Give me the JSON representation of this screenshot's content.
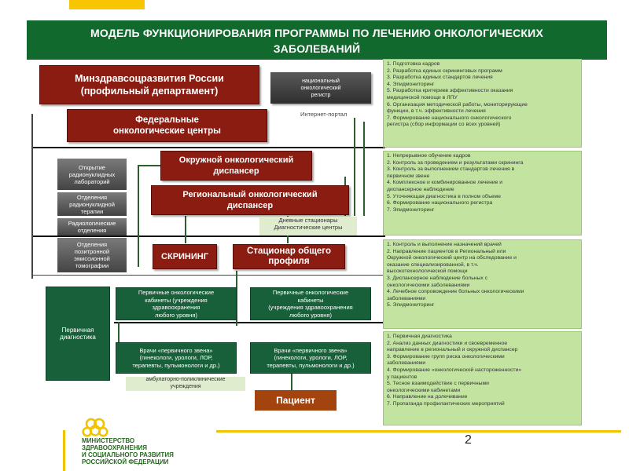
{
  "header": {
    "line1": "МОДЕЛЬ ФУНКЦИОНИРОВАНИЯ ПРОГРАММЫ ПО ЛЕЧЕНИЮ ОНКОЛОГИЧЕСКИХ",
    "line2": "ЗАБОЛЕВАНИЙ"
  },
  "boxes": {
    "ministry_line1": "Минздравсоцразвития России",
    "ministry_line2": "(профильный департамент)",
    "registry_line1": "национальный",
    "registry_line2": "онкологический",
    "registry_line3": "регистр",
    "federal_line1": "Федеральные",
    "federal_line2": "онкологические центры",
    "internet_label": "Интернет-портал",
    "district_line1": "Окружной онкологический",
    "district_line2": "диспансер",
    "regional_line1": "Региональный онкологический",
    "regional_line2": "диспансер",
    "day_line1": "Дневные стационары",
    "day_line2": "Диагностические центры",
    "screening": "СКРИНИНГ",
    "hospital_line1": "Стационар общего",
    "hospital_line2": "профиля",
    "patient": "Пациент",
    "primary_diag_line1": "Первичная",
    "primary_diag_line2": "диагностика",
    "ambulatory_line1": "амбулаторно-поликлинические",
    "ambulatory_line2": "учреждения"
  },
  "left_boxes": [
    {
      "lines": [
        "Открытие",
        "радионуклидных",
        "лабораторий"
      ]
    },
    {
      "lines": [
        "Отделения",
        "радионуклидной",
        "терапии"
      ]
    },
    {
      "lines": [
        "Радиологические",
        "отделения"
      ]
    },
    {
      "lines": [
        "Отделения",
        "позитронной",
        "эмиссионной",
        "томографии"
      ]
    }
  ],
  "primary_cabinets": [
    {
      "lines": [
        "Первичные онкологические",
        "кабинеты (учреждения",
        "здравоохранения",
        "любого уровня)"
      ]
    },
    {
      "lines": [
        "Первичные онкологические",
        "кабинеты",
        "(учреждения здравоохранения",
        "любого уровня)"
      ]
    }
  ],
  "doctors": [
    {
      "lines": [
        "Врачи «первичного звена»",
        "(гинекологи, урологи, ЛОР,",
        "терапевты, пульмонологи и др.)"
      ]
    },
    {
      "lines": [
        "Врачи «первичного звена»",
        "(гинекологи, урологи, ЛОР,",
        "терапевты, пульмонологи и др.)"
      ]
    }
  ],
  "right_panels": [
    {
      "items": [
        "1. Подготовка кадров",
        "2. Разработка единых скрининговых программ",
        "3. Разработка единых стандартов лечения",
        "4. Эпидмониторинг",
        "5. Разработка критериев эффективности оказания",
        "медицинской помощи в ЛПУ",
        "6. Организация методической работы, мониторирующие",
        "функции, в т.ч. эффективности лечения",
        "7. Формирование национального онкологического",
        "регистра (сбор информации со всех уровней)"
      ]
    },
    {
      "items": [
        "1. Непрерывное обучение кадров",
        "2. Контроль за проведением и результатами скрининга",
        "3. Контроль за выполнением стандартов лечения в",
        "первичном звене",
        "4. Комплексное и комбинированное лечение и",
        "диспансерное наблюдение",
        "5. Уточняющая диагностика в полном объеме",
        "6. Формирование национального регистра",
        "7. Эпидмониторинг"
      ]
    },
    {
      "items": [
        "1. Контроль и выполнение назначений врачей",
        "2. Направление пациентов в Региональный или",
        "Окружной онкологический центр на обследование и",
        "оказание специализированной, в т.ч.",
        "высокотехнологической помощи",
        "3. Диспансерное наблюдение больных с",
        "онкологическими заболеваниями",
        "4. Лечебное сопровождение больных онкологическими",
        "заболеваниями",
        "5. Эпидмониторинг"
      ]
    },
    {
      "items": [
        "1. Первичная диагностика",
        "2. Анализ данных диагностики и своевременное",
        "направление в региональный и окружной диспансер",
        "3. Формирование групп риска онкологическими",
        "заболеваниями",
        "4. Формирование «онкологической настороженности»",
        "у пациентов",
        "5. Тесное взаимодействие с первичными",
        "онкологическими кабинетами",
        "6. Направление на долечивание",
        "7. Пропаганда профилактических мероприятий"
      ]
    }
  ],
  "footer": {
    "line1": "МИНИСТЕРСТВО",
    "line2": "ЗДРАВООХРАНЕНИЯ",
    "line3": "И СОЦИАЛЬНОГО РАЗВИТИЯ",
    "line4": "РОССИЙСКОЙ ФЕДЕРАЦИИ",
    "page_number": "2"
  },
  "colors": {
    "header_bg": "#11692d",
    "red_box": "#8a1c12",
    "green_box": "#17603a",
    "light_green": "#c2e4a0",
    "accent_yellow": "#f0c400"
  }
}
